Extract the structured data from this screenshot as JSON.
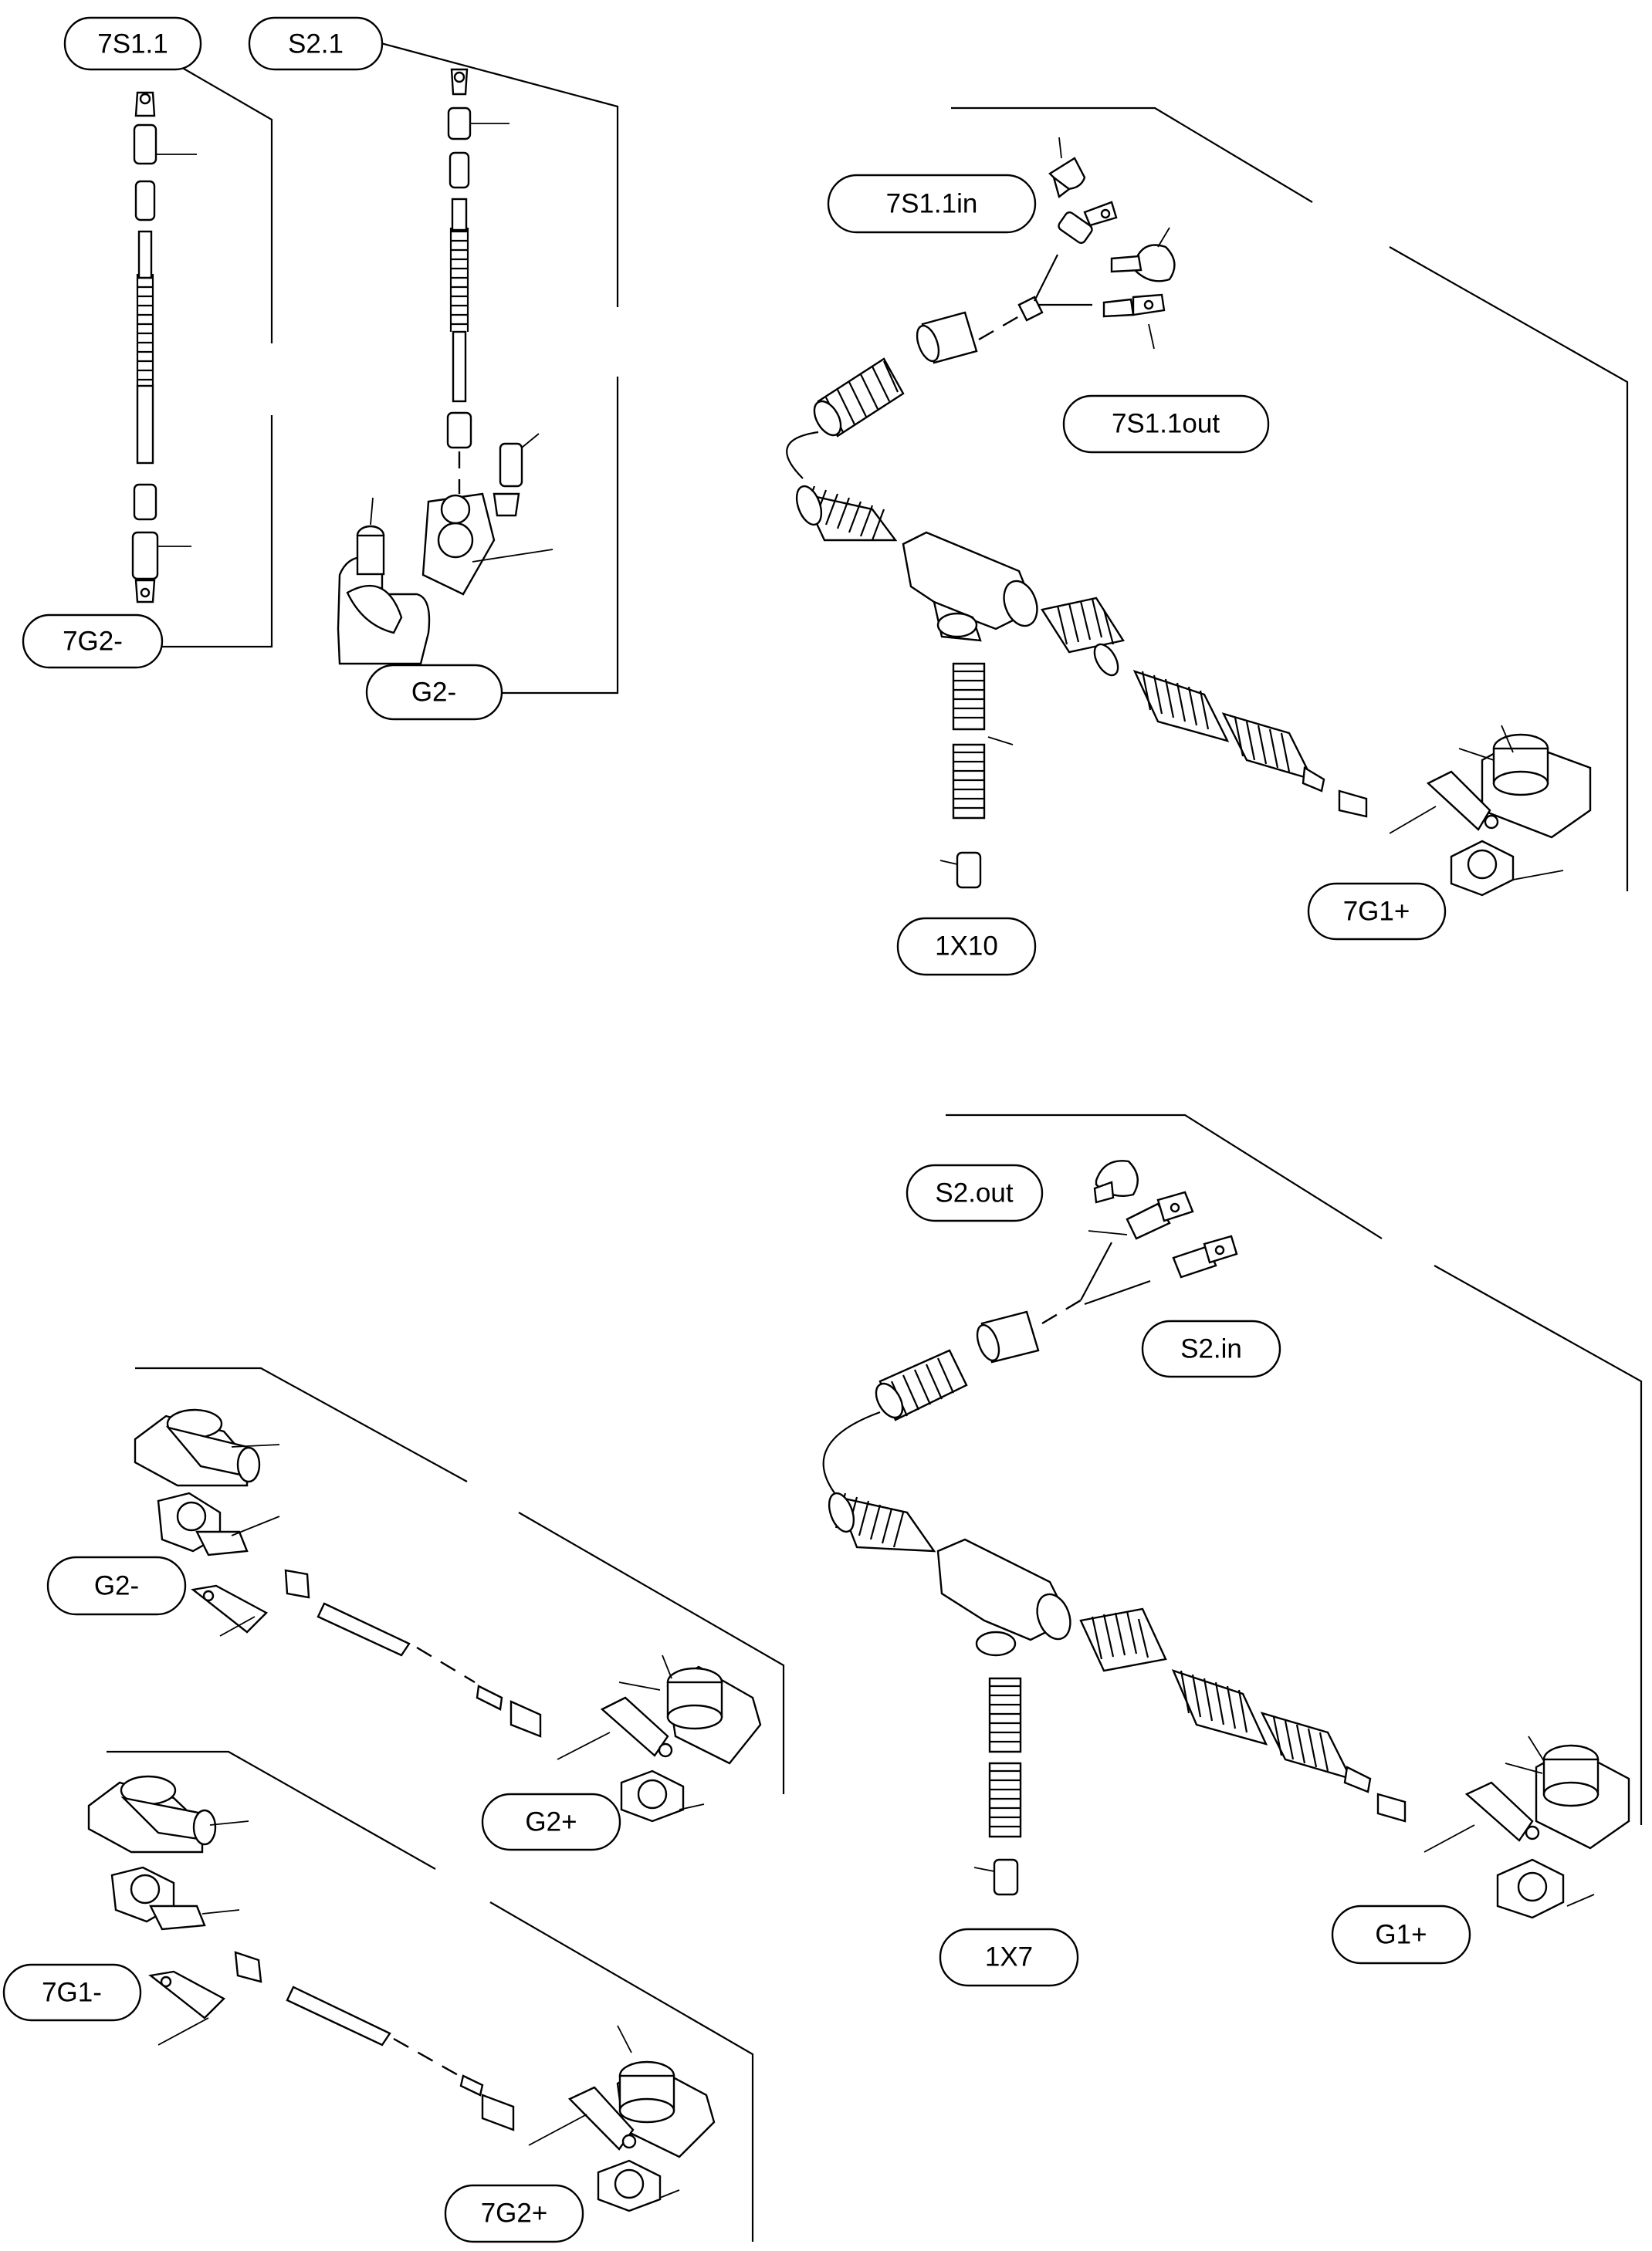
{
  "diagram": {
    "labels": {
      "l_7s1_1": "7S1.1",
      "l_s2_1": "S2.1",
      "l_7g2_minus_a": "7G2-",
      "l_g2_minus_a": "G2-",
      "l_7s1_1in": "7S1.1in",
      "l_7s1_1out": "7S1.1out",
      "l_1x10": "1X10",
      "l_7g1_plus": "7G1+",
      "l_s2_out": "S2.out",
      "l_s2_in": "S2.in",
      "l_g2_minus_b": "G2-",
      "l_g2_plus": "G2+",
      "l_1x7": "1X7",
      "l_g1_plus": "G1+",
      "l_7g1_minus": "7G1-",
      "l_7g2_plus": "7G2+"
    },
    "colors": {
      "line": "#000000",
      "background": "#ffffff"
    }
  }
}
